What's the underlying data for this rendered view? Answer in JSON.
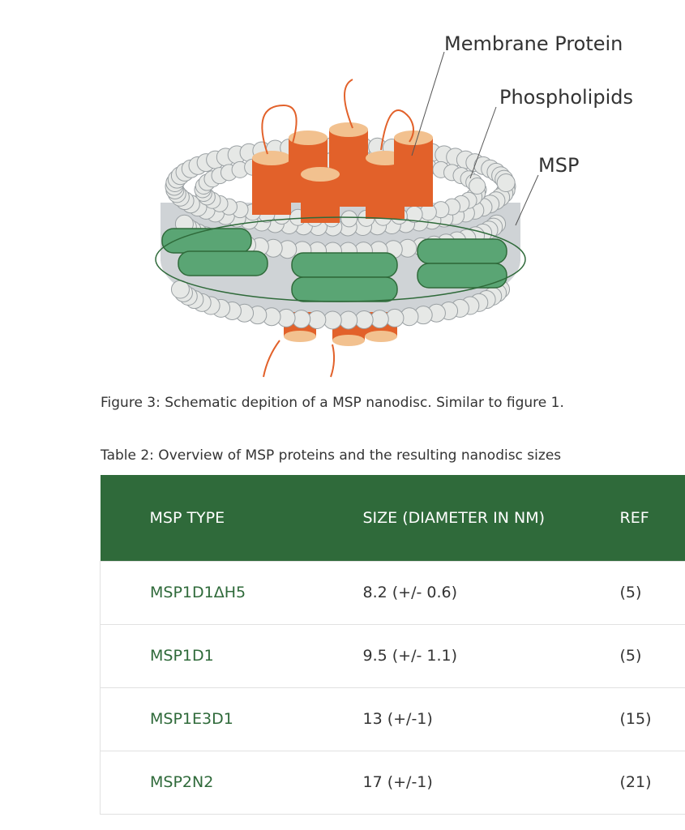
{
  "figure": {
    "labels": {
      "membrane_protein": "Membrane Protein",
      "phospholipids": "Phospholipids",
      "msp": "MSP"
    },
    "colors": {
      "protein": "#e2612a",
      "protein_top": "#f2c18f",
      "lipid_head": "#e6e8e6",
      "msp_belt": "#5aa574"
    }
  },
  "caption": "Figure 3: Schematic depition of a MSP nanodisc. Similar to figure 1.",
  "table": {
    "title": "Table 2: Overview of MSP proteins and the resulting nanodisc sizes",
    "headers": [
      "MSP TYPE",
      "SIZE (DIAMETER IN NM)",
      "REF"
    ],
    "rows": [
      [
        "MSP1D1ΔH5",
        "8.2 (+/- 0.6)",
        "(5)"
      ],
      [
        "MSP1D1",
        "9.5 (+/- 1.1)",
        "(5)"
      ],
      [
        "MSP1E3D1",
        "13 (+/-1)",
        "(15)"
      ],
      [
        "MSP2N2",
        "17 (+/-1)",
        "(21)"
      ]
    ],
    "header_color": "#2f6a3a"
  }
}
